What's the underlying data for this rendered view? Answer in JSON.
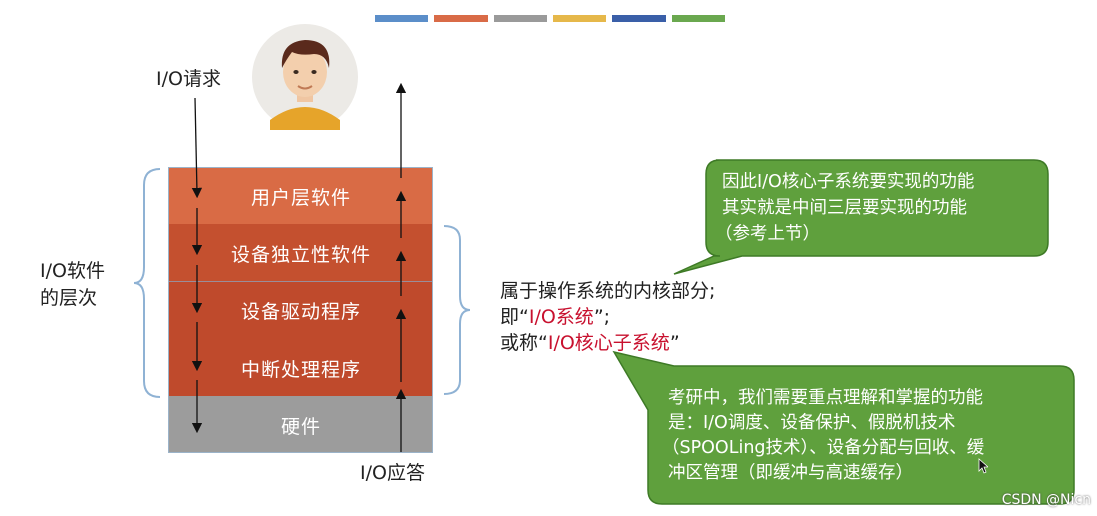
{
  "top_bar_colors": [
    "#5b8ec9",
    "#d96b47",
    "#9a9a9a",
    "#e6b84a",
    "#3a5fa8",
    "#6aa84f"
  ],
  "io_request_label": "I/O请求",
  "io_response_label": "I/O应答",
  "io_software_levels_label": [
    "I/O软件",
    "的层次"
  ],
  "layers": [
    {
      "name": "用户层软件",
      "color": "#d96b45"
    },
    {
      "name": "设备独立性软件",
      "color": "#c4502f"
    },
    {
      "name": "设备驱动程序",
      "color": "#bf4a2c"
    },
    {
      "name": "中断处理程序",
      "color": "#bf4a2c"
    },
    {
      "name": "硬件",
      "color": "#9c9c9c"
    }
  ],
  "kernel_note": {
    "line1": "属于操作系统的内核部分;",
    "line2_prefix": "即“",
    "line2_highlight": "I/O系统",
    "line2_suffix": "”;",
    "line3_prefix": "或称“",
    "line3_highlight": "I/O核心子系统",
    "line3_suffix": "”"
  },
  "bubble_top": {
    "color": "#5fa03d",
    "lines": [
      "因此I/O核心子系统要实现的功能",
      "其实就是中间三层要实现的功能",
      "（参考上节）"
    ]
  },
  "bubble_bottom": {
    "color": "#5fa03d",
    "lines": [
      "考研中，我们需要重点理解和掌握的功能",
      "是：I/O调度、设备保护、假脱机技术",
      "（SPOOLing技术）、设备分配与回收、缓",
      "冲区管理（即缓冲与高速缓存）"
    ]
  },
  "watermark": "CSDN @Nicn"
}
